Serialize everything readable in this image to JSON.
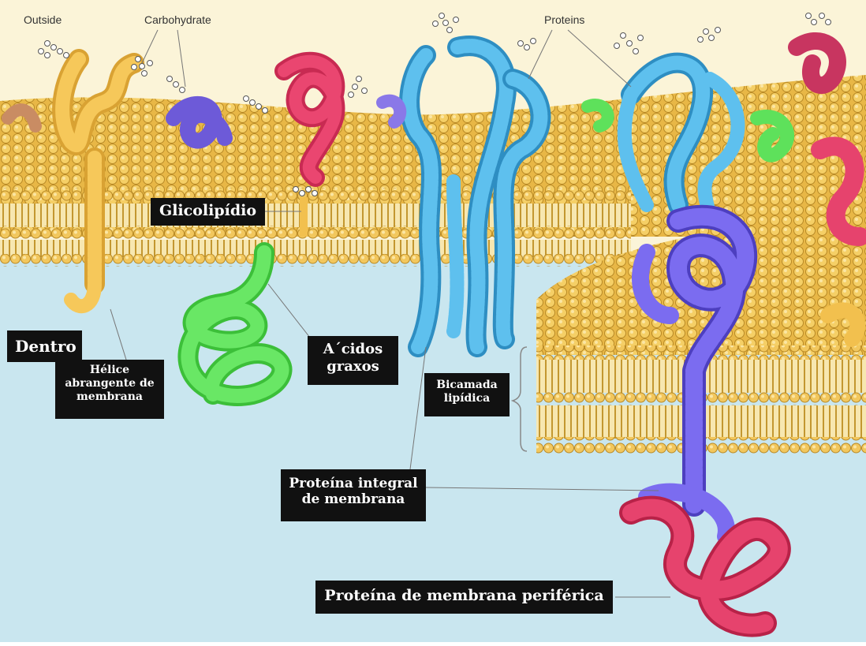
{
  "top_labels": {
    "outside": "Outside",
    "carbohydrate": "Carbohydrate",
    "proteins": "Proteins"
  },
  "labels": {
    "glycolipid": "Glicolipídio",
    "inside": "Dentro",
    "helix_line1": "Hélice",
    "helix_line2": "abrangente de",
    "helix_line3": "membrana",
    "fatty_acids_line1": "A´cidos",
    "fatty_acids_line2": "graxos",
    "bilayer_line1": "Bicamada",
    "bilayer_line2": "lipídica",
    "integral_line1": "Proteína integral",
    "integral_line2": "de membrana",
    "peripheral": "Proteína de membrana periférica"
  },
  "colors": {
    "outside_bg": "#fbf4d8",
    "inside_bg": "#c9e6ef",
    "lipid_head": "#f0c65a",
    "lipid_tail": "#c89a2e",
    "protein_yellow": "#f2c04e",
    "protein_blue": "#54b7ea",
    "protein_purple": "#7564e6",
    "protein_red": "#e43c66",
    "protein_green": "#5ee15b",
    "protein_brown": "#c98c63",
    "label_bg": "#111111",
    "label_text": "#ffffff"
  }
}
